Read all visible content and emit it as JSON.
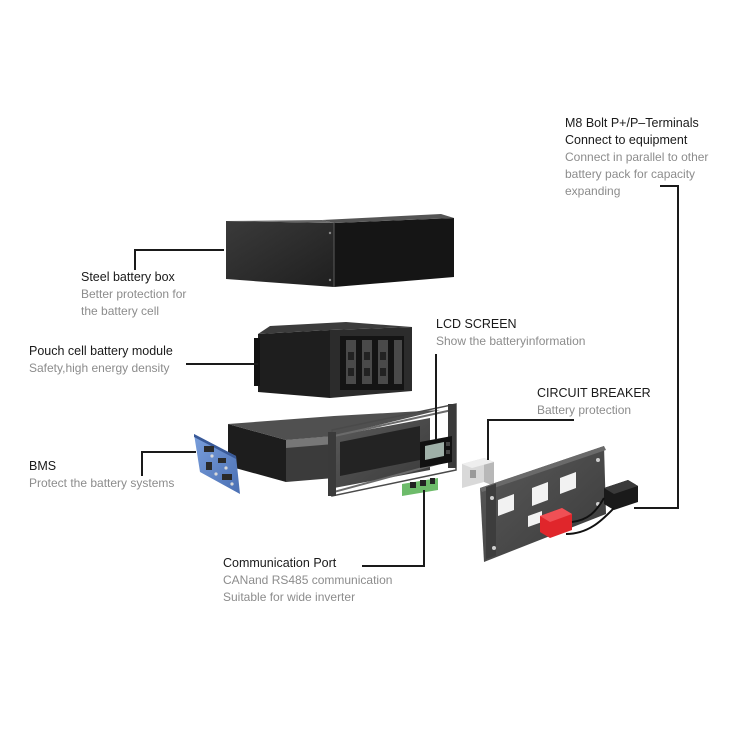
{
  "callouts": {
    "m8_bolt": {
      "title": "M8 Bolt P+/P–Terminals",
      "title2": "Connect to equipment",
      "lines": [
        "Connect in parallel to other",
        "battery pack for capacity",
        "expanding"
      ]
    },
    "steel_box": {
      "title": "Steel battery box",
      "lines": [
        "Better protection for",
        "the battery cell"
      ]
    },
    "pouch_module": {
      "title": "Pouch cell battery module",
      "lines": [
        "Safety,high energy density"
      ]
    },
    "lcd": {
      "title": "LCD SCREEN",
      "lines": [
        "Show the batteryinformation"
      ]
    },
    "breaker": {
      "title": "CIRCUIT BREAKER",
      "lines": [
        "Battery protection"
      ]
    },
    "bms": {
      "title": "BMS",
      "lines": [
        "Protect the battery systems"
      ]
    },
    "comm_port": {
      "title": "Communication Port",
      "lines": [
        "CANand RS485 communication",
        "Suitable for wide inverter"
      ]
    }
  },
  "colors": {
    "leader_line": "#1a1a1a",
    "title_text": "#1a1a1a",
    "subtitle_text": "#8c8c8c",
    "steel_dark": "#2e2e2e",
    "pcb_blue": "#5f86c9",
    "breaker_red": "#e0262b",
    "comm_board_green": "#6dbb6a"
  }
}
